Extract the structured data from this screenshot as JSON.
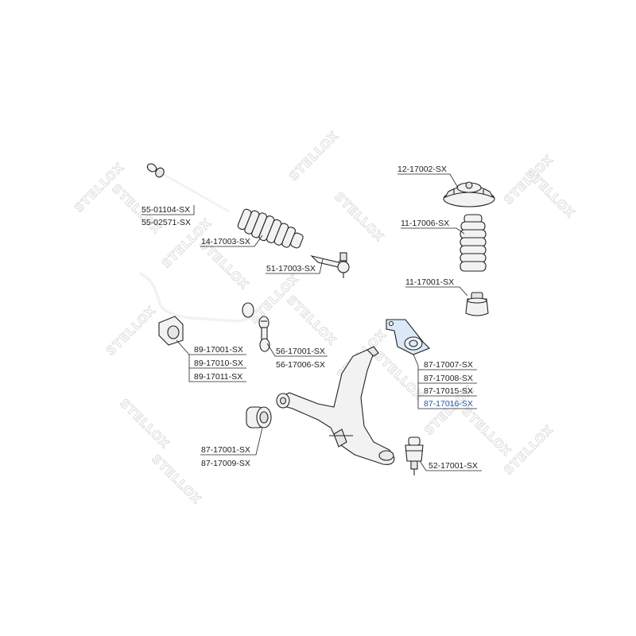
{
  "watermark": {
    "text": "STELLOX"
  },
  "colors": {
    "part_fill": "#f2f2f2",
    "outline": "#222222",
    "highlight_fill": "#dbe8f7",
    "highlight_text": "#1e5aa8",
    "watermark": "#d9d9d9"
  },
  "parts": {
    "tie_rod": {
      "codes": [
        "55-01104-SX",
        "55-02571-SX"
      ]
    },
    "steering_boot": {
      "codes": [
        "14-17003-SX"
      ]
    },
    "tie_rod_end": {
      "codes": [
        "51-17003-SX"
      ]
    },
    "strut_mount": {
      "codes": [
        "12-17002-SX"
      ]
    },
    "dust_boot": {
      "codes": [
        "11-17006-SX"
      ]
    },
    "bump_stop": {
      "codes": [
        "11-17001-SX"
      ]
    },
    "control_arm_bracket": {
      "codes": [
        "87-17007-SX",
        "87-17008-SX",
        "87-17015-SX",
        "87-17016-SX"
      ],
      "highlighted_code": "87-17016-SX"
    },
    "stabilizer_bushing": {
      "codes": [
        "89-17001-SX",
        "89-17010-SX",
        "89-17011-SX"
      ]
    },
    "stabilizer_link": {
      "codes": [
        "56-17001-SX",
        "56-17006-SX"
      ]
    },
    "control_arm_bushing": {
      "codes": [
        "87-17001-SX",
        "87-17009-SX"
      ]
    },
    "ball_joint": {
      "codes": [
        "52-17001-SX"
      ]
    }
  }
}
